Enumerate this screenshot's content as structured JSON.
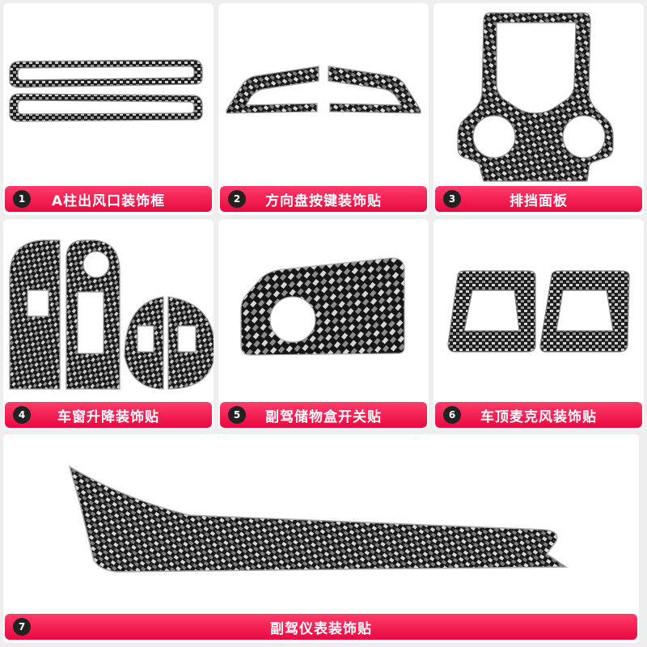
{
  "items": [
    {
      "number": "1",
      "label": "A柱出风口装饰框"
    },
    {
      "number": "2",
      "label": "方向盘按键装饰贴"
    },
    {
      "number": "3",
      "label": "排挡面板"
    },
    {
      "number": "4",
      "label": "车窗升降装饰贴"
    },
    {
      "number": "5",
      "label": "副驾储物盒开关贴"
    },
    {
      "number": "6",
      "label": "车顶麦克风装饰贴"
    },
    {
      "number": "7",
      "label": "副驾仪表装饰贴"
    }
  ],
  "colors": {
    "accent": "#f0164a",
    "badge": "#222222",
    "carbon_dark": "#1c1c1c",
    "carbon_light": "#cfcfcf"
  }
}
